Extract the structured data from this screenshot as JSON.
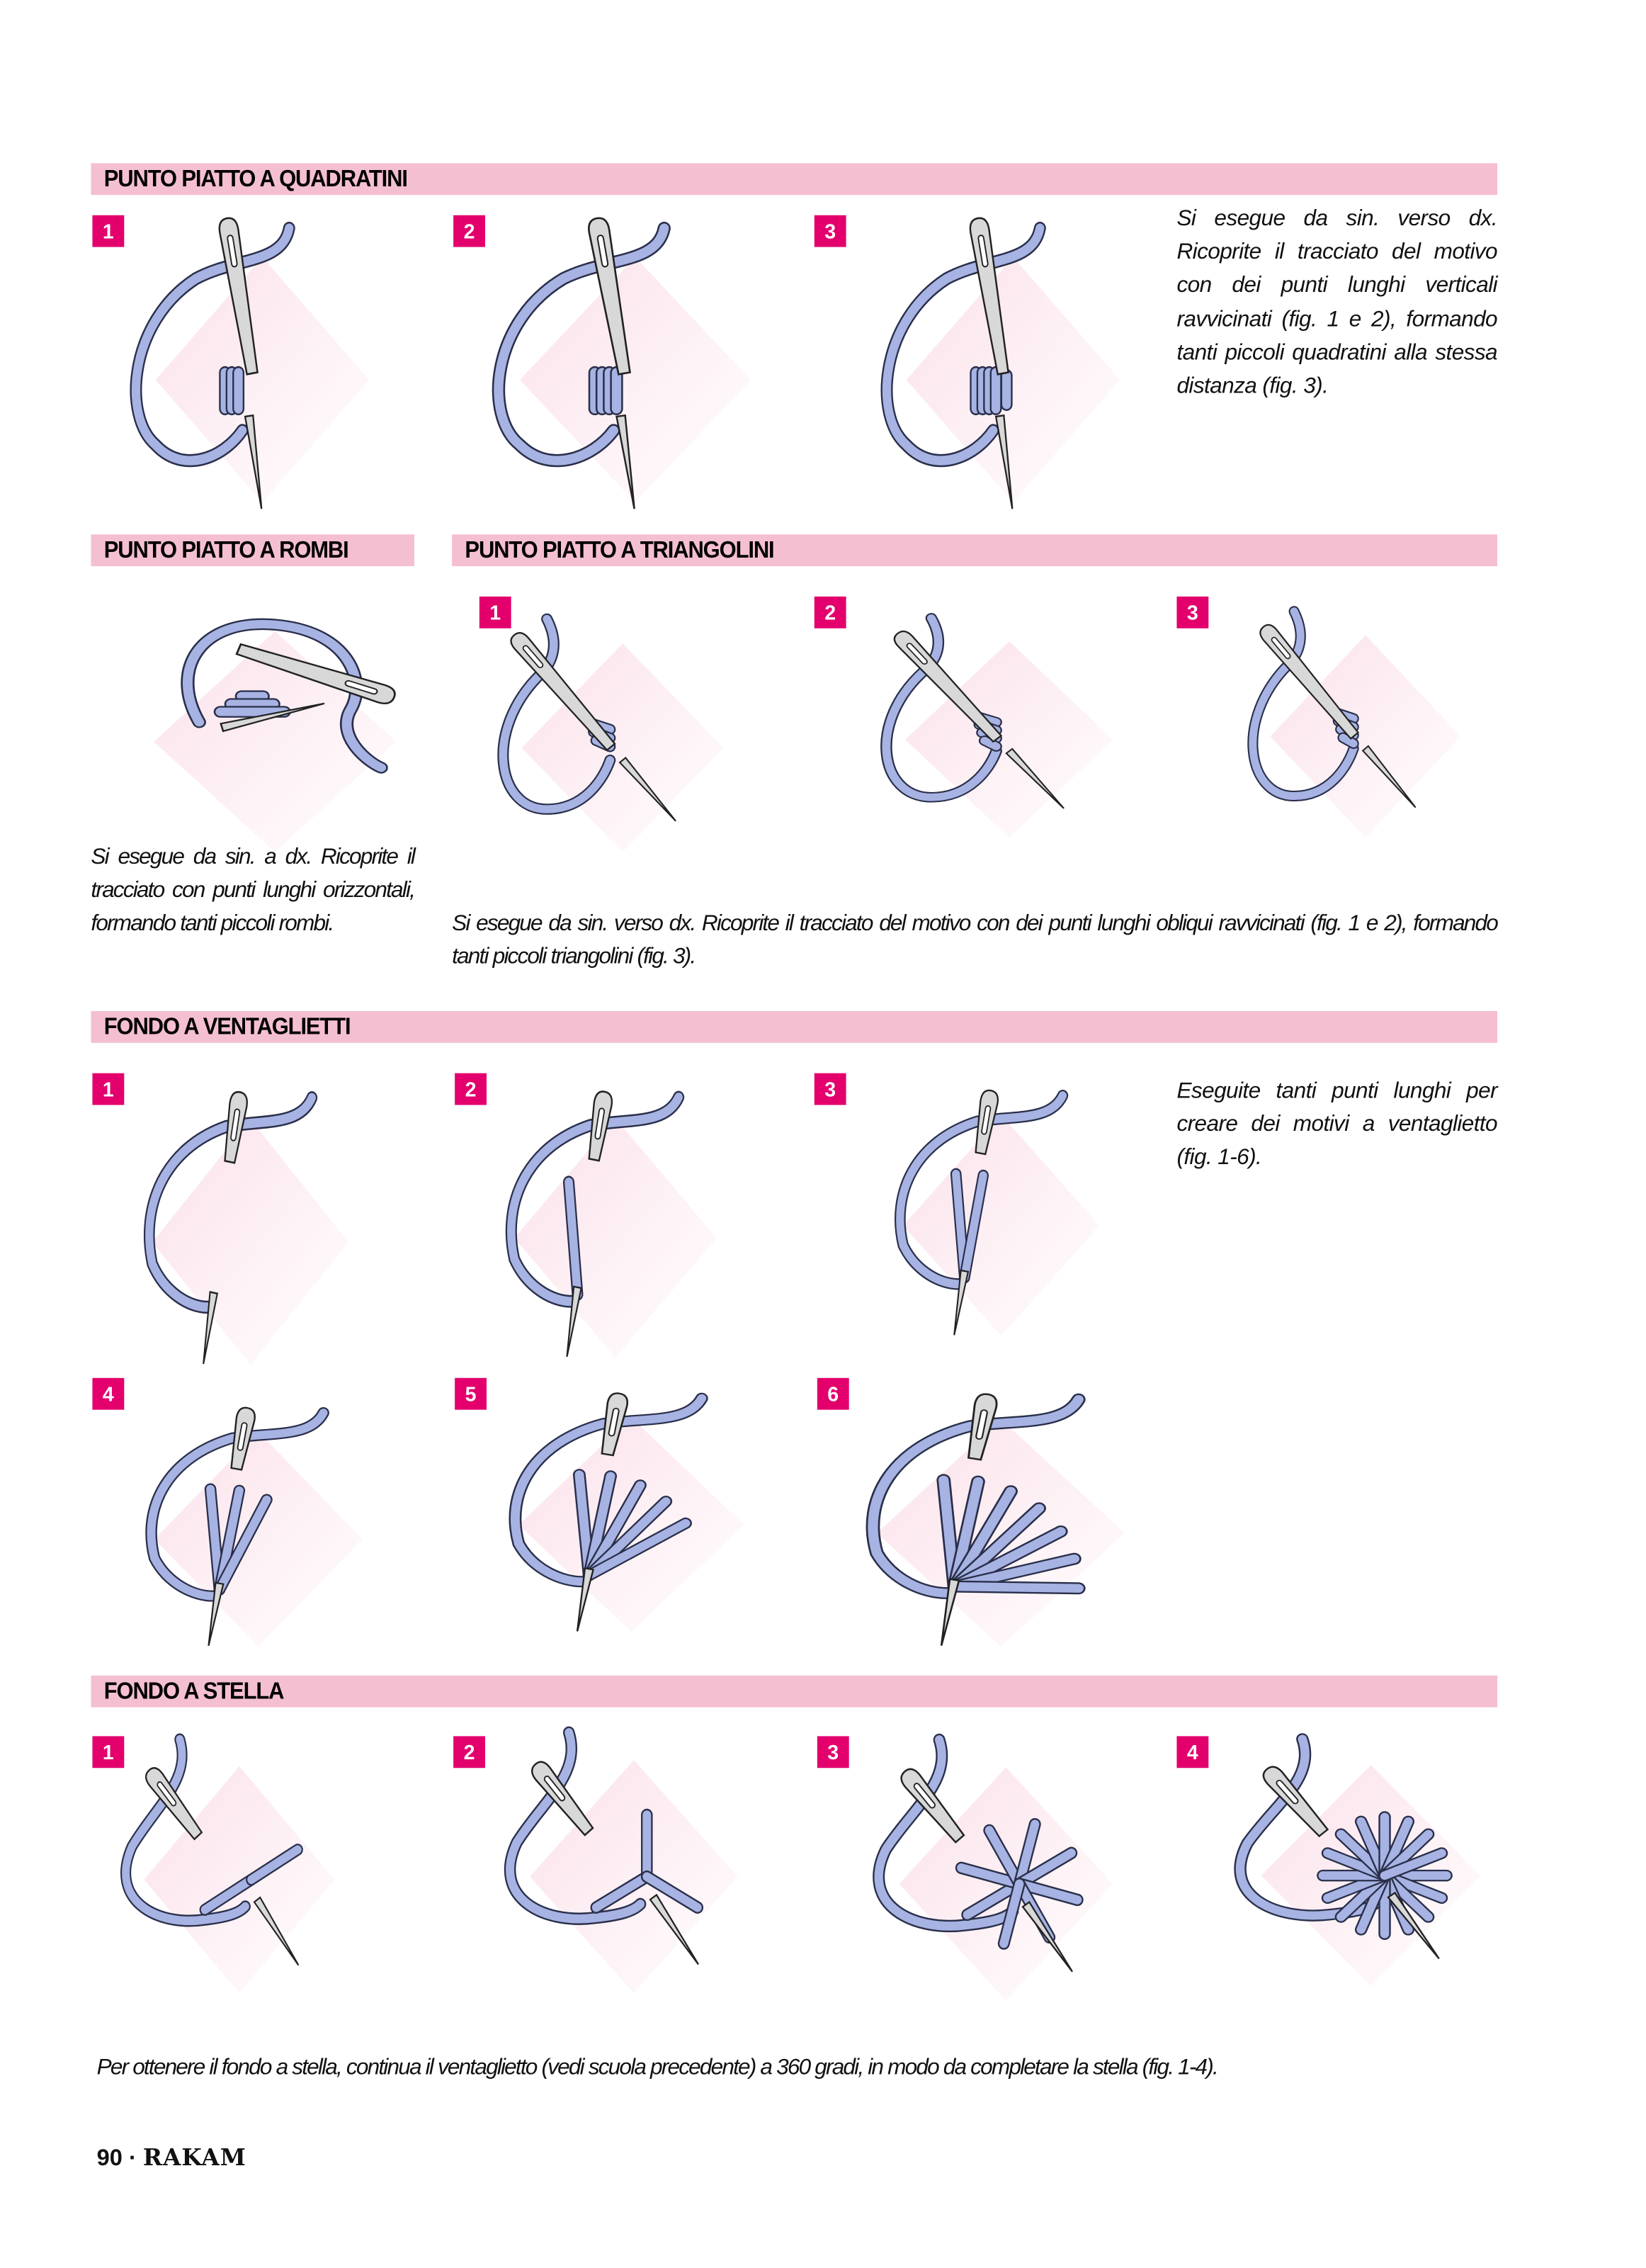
{
  "colors": {
    "header_bar": "#f5bfd2",
    "badge": "#e3006d",
    "thread": "#a7b3e3",
    "needle": "#d8d8d8",
    "fabric": "#fbe1ea"
  },
  "sections": {
    "quadratini": {
      "title": "PUNTO PIATTO A QUADRATINI",
      "badges": [
        "1",
        "2",
        "3"
      ],
      "text": "Si esegue da sin. verso dx. Ricoprite il tracciato del motivo con dei punti lunghi verticali ravvicinati (fig. 1 e 2), formando tanti piccoli quadratini alla stessa distanza (fig. 3)."
    },
    "rombi": {
      "title": "PUNTO PIATTO A ROMBI",
      "text": "Si esegue da sin. a dx. Ricoprite il tracciato con punti lunghi orizzontali, formando tanti piccoli rombi."
    },
    "triangolini": {
      "title": "PUNTO PIATTO A TRIANGOLINI",
      "badges": [
        "1",
        "2",
        "3"
      ],
      "text": "Si esegue da sin. verso dx. Ricoprite il tracciato del motivo con dei punti lunghi obliqui ravvicinati (fig. 1 e 2), formando tanti piccoli triangolini (fig. 3)."
    },
    "ventaglietti": {
      "title": "FONDO A VENTAGLIETTI",
      "badges": [
        "1",
        "2",
        "3",
        "4",
        "5",
        "6"
      ],
      "text": "Eseguite tanti punti lunghi per creare dei motivi a ventaglietto (fig. 1-6)."
    },
    "stella": {
      "title": "FONDO A STELLA",
      "badges": [
        "1",
        "2",
        "3",
        "4"
      ],
      "text": "Per ottenere il fondo a stella, continua il ventaglietto (vedi scuola precedente) a 360 gradi, in modo da completare la stella (fig. 1-4)."
    }
  },
  "footer": {
    "page_number": "90",
    "separator": "·",
    "magazine": "RAKAM"
  }
}
